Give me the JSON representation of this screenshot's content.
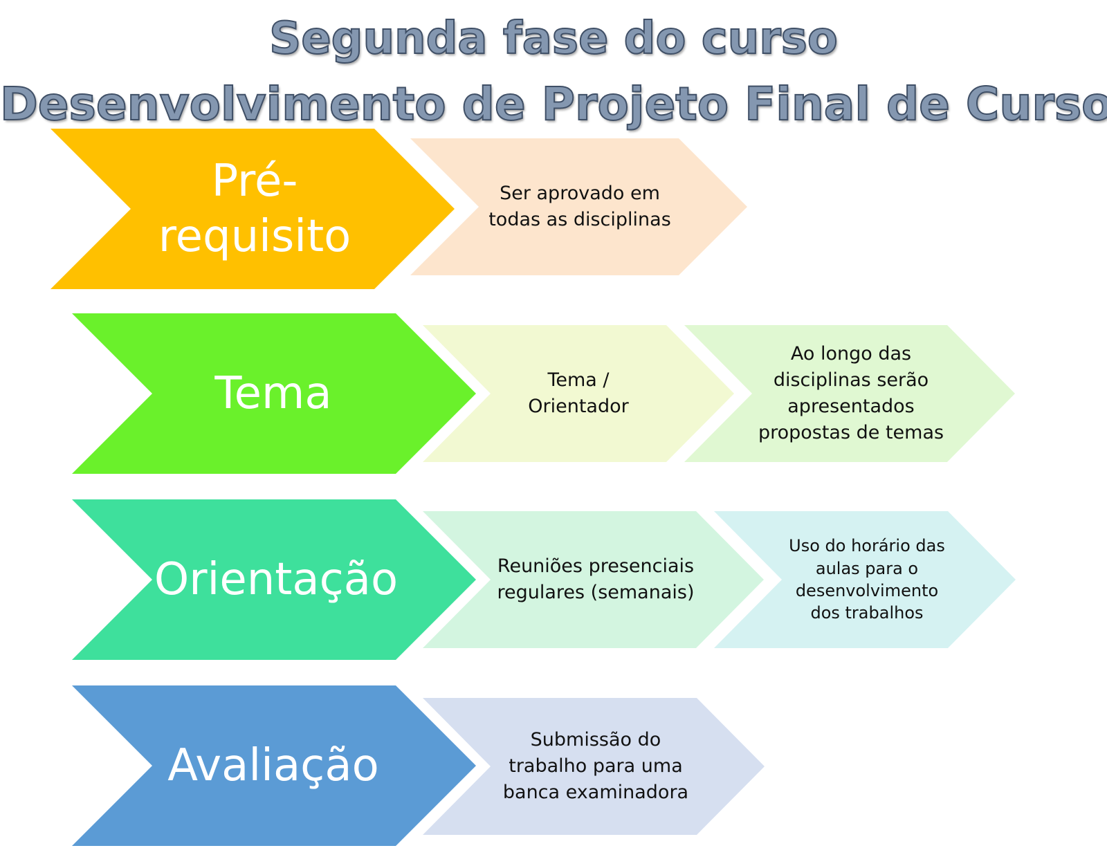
{
  "title": {
    "line1": "Segunda fase do curso",
    "line2": "Desenvolvimento de Projeto Final de Curso"
  },
  "rows": [
    {
      "label": "Pré-requisito",
      "color": "#ffc000",
      "boxes": [
        {
          "text": "Ser aprovado em todas as disciplinas",
          "color": "#fde5cd"
        }
      ]
    },
    {
      "label": "Tema",
      "color": "#6af12b",
      "boxes": [
        {
          "text": "Tema / Orientador",
          "color": "#f2f9d2"
        },
        {
          "text": "Ao longo das disciplinas serão apresentados propostas de temas",
          "color": "#e0f8d2"
        }
      ]
    },
    {
      "label": "Orientação",
      "color": "#3ee09c",
      "boxes": [
        {
          "text": "Reuniões presenciais regulares (semanais)",
          "color": "#d3f5e0"
        },
        {
          "text": "Uso do horário das aulas para o desenvolvimento dos trabalhos",
          "color": "#d5f2f2"
        }
      ]
    },
    {
      "label": "Avaliação",
      "color": "#5b9bd5",
      "boxes": [
        {
          "text": "Submissão do trabalho para uma banca examinadora",
          "color": "#d6dff0"
        }
      ]
    }
  ]
}
